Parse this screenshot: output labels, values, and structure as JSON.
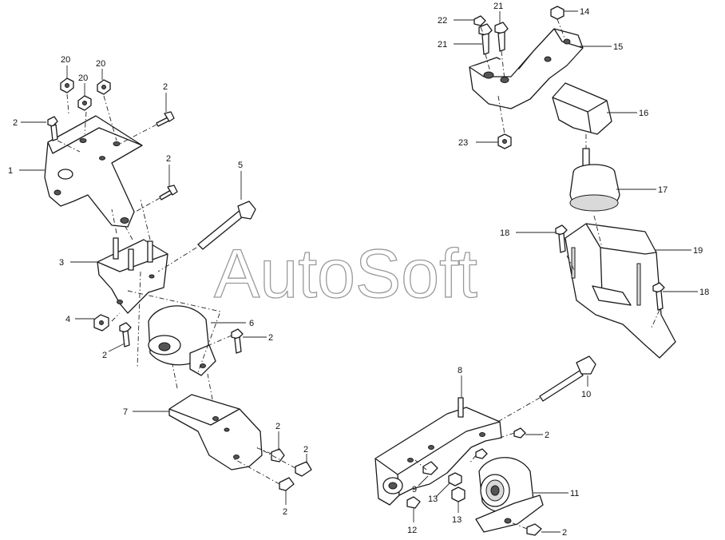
{
  "watermark": "AutoSoft",
  "callouts": [
    {
      "id": "c1",
      "label": "1"
    },
    {
      "id": "c2a",
      "label": "2"
    },
    {
      "id": "c2b",
      "label": "2"
    },
    {
      "id": "c2c",
      "label": "2"
    },
    {
      "id": "c3",
      "label": "3"
    },
    {
      "id": "c4",
      "label": "4"
    },
    {
      "id": "c2d",
      "label": "2"
    },
    {
      "id": "c5",
      "label": "5"
    },
    {
      "id": "c6",
      "label": "6"
    },
    {
      "id": "c2e",
      "label": "2"
    },
    {
      "id": "c7",
      "label": "7"
    },
    {
      "id": "c2f",
      "label": "2"
    },
    {
      "id": "c2g",
      "label": "2"
    },
    {
      "id": "c2h",
      "label": "2"
    },
    {
      "id": "c20a",
      "label": "20"
    },
    {
      "id": "c20b",
      "label": "20"
    },
    {
      "id": "c20c",
      "label": "20"
    },
    {
      "id": "c22",
      "label": "22"
    },
    {
      "id": "c21a",
      "label": "21"
    },
    {
      "id": "c21b",
      "label": "21"
    },
    {
      "id": "c14",
      "label": "14"
    },
    {
      "id": "c15",
      "label": "15"
    },
    {
      "id": "c16",
      "label": "16"
    },
    {
      "id": "c23",
      "label": "23"
    },
    {
      "id": "c17",
      "label": "17"
    },
    {
      "id": "c18a",
      "label": "18"
    },
    {
      "id": "c19",
      "label": "19"
    },
    {
      "id": "c18b",
      "label": "18"
    },
    {
      "id": "c8",
      "label": "8"
    },
    {
      "id": "c10",
      "label": "10"
    },
    {
      "id": "c2i",
      "label": "2"
    },
    {
      "id": "c9",
      "label": "9"
    },
    {
      "id": "c13a",
      "label": "13"
    },
    {
      "id": "c11",
      "label": "11"
    },
    {
      "id": "c12",
      "label": "12"
    },
    {
      "id": "c13b",
      "label": "13"
    },
    {
      "id": "c2j",
      "label": "2"
    }
  ]
}
